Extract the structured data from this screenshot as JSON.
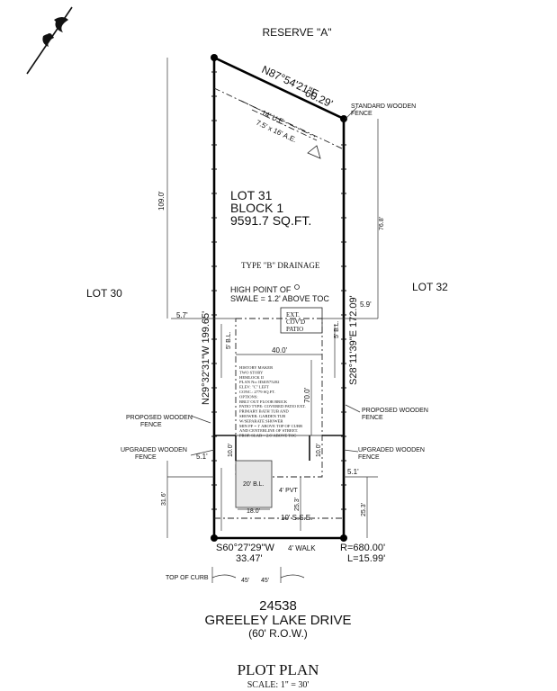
{
  "reserve_label": "RESERVE \"A\"",
  "north_bearing": "N87°54'21\"E",
  "north_distance": "60.29'",
  "ue_label": "14' U.E.",
  "ae_label": "7.5' x 16' A.E.",
  "lot_labels": {
    "lot": "LOT 31",
    "block": "BLOCK 1",
    "area": "9591.7 SQ.FT."
  },
  "drainage_label": "TYPE \"B\" DRAINAGE",
  "high_point": {
    "line1": "HIGH POINT OF",
    "line2": "SWALE = 1.2' ABOVE TOC"
  },
  "lot_30": "LOT 30",
  "lot_32": "LOT 32",
  "west_bearing": "N29°32'31\"W  199.65'",
  "east_bearing": "S28°11'39\"E  172.09'",
  "patio": {
    "line1": "EXT.",
    "line2": "COV'D",
    "line3": "PATIO"
  },
  "house_width": "40.0'",
  "house_depth": "70.0'",
  "setback_left": "5' B.L.",
  "setback_right": "5' B.L.",
  "side_left": "5.7'",
  "side_right": "5.9'",
  "left_depth": "109.0'",
  "right_depth": "76.8'",
  "house_notes": [
    "HISTORY MAKER",
    "TWO STORY",
    "HEMLOCK II",
    "PLAN No: ID40575202",
    "ELEV: \"C\" LEFT",
    "CONC.: 2779 SQ.FT.",
    "OPTIONS:",
    "BRLT OUT FLOOR BRICK",
    "PATIO TYPE: COVERED PATIO EXT.",
    "PRIMARY BATH TUB AND",
    "SHOWER: GARDEN TUB",
    "W/SEPARATE SHOWER",
    "MIN FF = 1' ABOVE TOP OF CURB",
    "AND CENTERLINE OF STREET.",
    "PROP. SLAB = 2.6' ABOVE TOC"
  ],
  "fence_labels": {
    "standard": [
      "STANDARD WOODEN",
      "FENCE"
    ],
    "proposed_left": [
      "PROPOSED WOODEN",
      "FENCE"
    ],
    "proposed_right": [
      "PROPOSED WOODEN",
      "FENCE"
    ],
    "upgraded_left": [
      "UPGRADED WOODEN",
      "FENCE"
    ],
    "upgraded_right": [
      "UPGRADED WOODEN",
      "FENCE"
    ]
  },
  "front": {
    "left_offset": "5.1'",
    "right_offset": "5.1'",
    "garage_left": "10.0'",
    "garage_right": "10.0'",
    "building_line": "20' B.L.",
    "pvt": "4' PVT",
    "drive_width": "18.0'",
    "drive_depth": "25.3'",
    "right_front_depth": "25.3'",
    "left_front_depth": "31.6'",
    "sse": "10' S.S.E."
  },
  "south_bearing": "S60°27'29\"W",
  "walk": "4' WALK",
  "south_distance": "33.47'",
  "curve_radius": "R=680.00'",
  "curve_length": "L=15.99'",
  "curb": "TOP OF CURB",
  "curb_dims": [
    "45'",
    "45'"
  ],
  "street_number": "24538",
  "street_name": "GREELEY LAKE DRIVE",
  "row": "(60' R.O.W.)",
  "title": "PLOT PLAN",
  "scale": "SCALE: 1\" = 30'"
}
